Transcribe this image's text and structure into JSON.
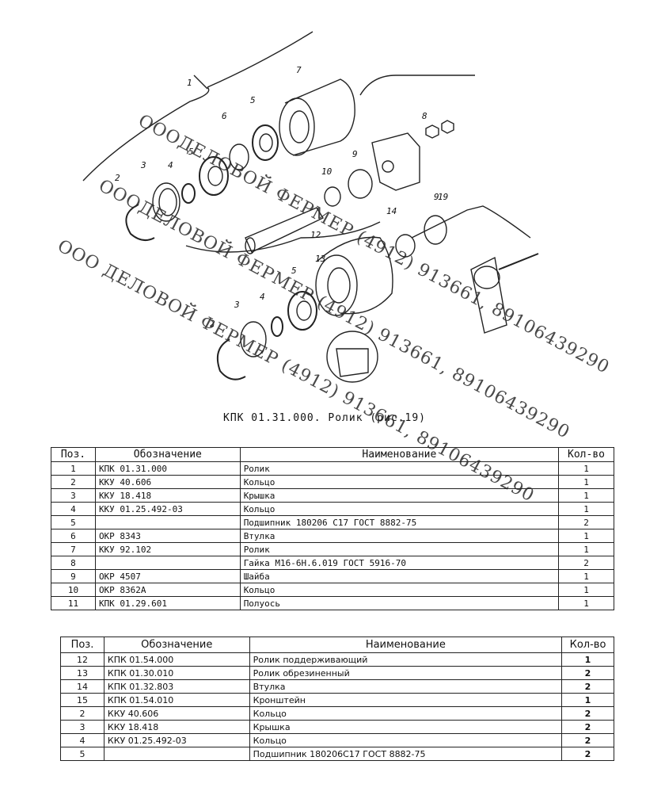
{
  "parts_labels": [
    "1",
    "2",
    "3",
    "4",
    "5",
    "6",
    "5",
    "7",
    "8",
    "9",
    "10",
    "9",
    "12",
    "14",
    "19",
    "13",
    "5",
    "4",
    "3",
    "2"
  ],
  "watermarks": [
    "ОООДЕЛОВОЙ ФЕРМЕР (4912) 913661, 89106439290",
    "ОООДЕЛОВОЙ ФЕРМЕР (4912) 913661, 89106439290",
    "ООО ДЕЛОВОЙ ФЕРМЕР (4912) 913661, 89106439290"
  ],
  "caption": "КПК 01.31.000. Ролик (рис.19)",
  "table1": {
    "headers": [
      "Поз.",
      "Обозначение",
      "Наименование",
      "Кол-во"
    ],
    "rows": [
      [
        "1",
        "КПК 01.31.000",
        "Ролик",
        "1"
      ],
      [
        "2",
        "ККУ 40.606",
        "Кольцо",
        "1"
      ],
      [
        "3",
        "ККУ 18.418",
        "Крышка",
        "1"
      ],
      [
        "4",
        "ККУ 01.25.492-03",
        "Кольцо",
        "1"
      ],
      [
        "5",
        "",
        "Подшипник 180206 С17 ГОСТ 8882-75",
        "2"
      ],
      [
        "6",
        "ОКР 8343",
        "Втулка",
        "1"
      ],
      [
        "7",
        "ККУ 92.102",
        "Ролик",
        "1"
      ],
      [
        "8",
        "",
        "Гайка М16-6Н.6.019 ГОСТ 5916-70",
        "2"
      ],
      [
        "9",
        "ОКР 4507",
        "Шайба",
        "1"
      ],
      [
        "10",
        "ОКР 8362А",
        "Кольцо",
        "1"
      ],
      [
        "11",
        "КПК 01.29.601",
        "Полуось",
        "1"
      ]
    ]
  },
  "table2": {
    "headers": [
      "Поз.",
      "Обозначение",
      "Наименование",
      "Кол-во"
    ],
    "rows": [
      [
        "12",
        "КПК 01.54.000",
        "Ролик поддерживающий",
        "1"
      ],
      [
        "13",
        "КПК 01.30.010",
        "Ролик обрезиненный",
        "2"
      ],
      [
        "14",
        "КПК 01.32.803",
        "Втулка",
        "2"
      ],
      [
        "15",
        "КПК 01.54.010",
        "Кронштейн",
        "1"
      ],
      [
        "2",
        "ККУ 40.606",
        "Кольцо",
        "2"
      ],
      [
        "3",
        "ККУ 18.418",
        "Крышка",
        "2"
      ],
      [
        "4",
        "ККУ 01.25.492-03",
        "Кольцо",
        "2"
      ],
      [
        "5",
        "",
        "Подшипник 180206С17 ГОСТ 8882-75",
        "2"
      ]
    ]
  }
}
